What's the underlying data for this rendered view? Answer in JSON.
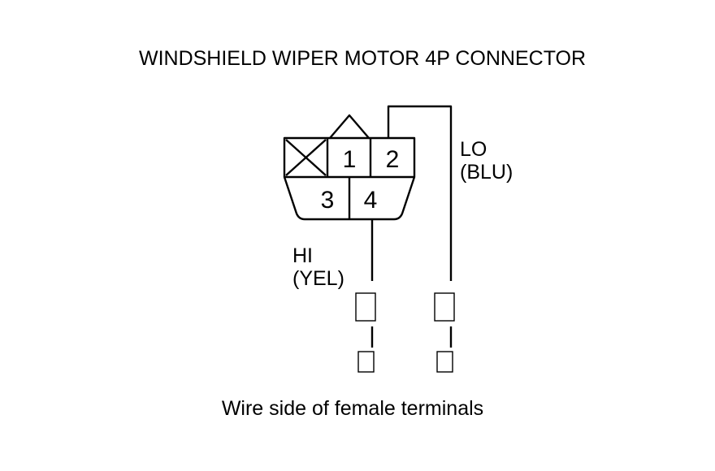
{
  "title": "WINDSHIELD WIPER MOTOR 4P CONNECTOR",
  "connector": {
    "pins": {
      "p1": "1",
      "p2": "2",
      "p3": "3",
      "p4": "4"
    },
    "blank_cavity": "X (unused)"
  },
  "wires": {
    "lo": {
      "name": "LO",
      "color": "(BLU)"
    },
    "hi": {
      "name": "HI",
      "color": "(YEL)"
    }
  },
  "caption": "Wire side of female terminals",
  "colors": {
    "ink": "#000000",
    "background": "#ffffff"
  }
}
